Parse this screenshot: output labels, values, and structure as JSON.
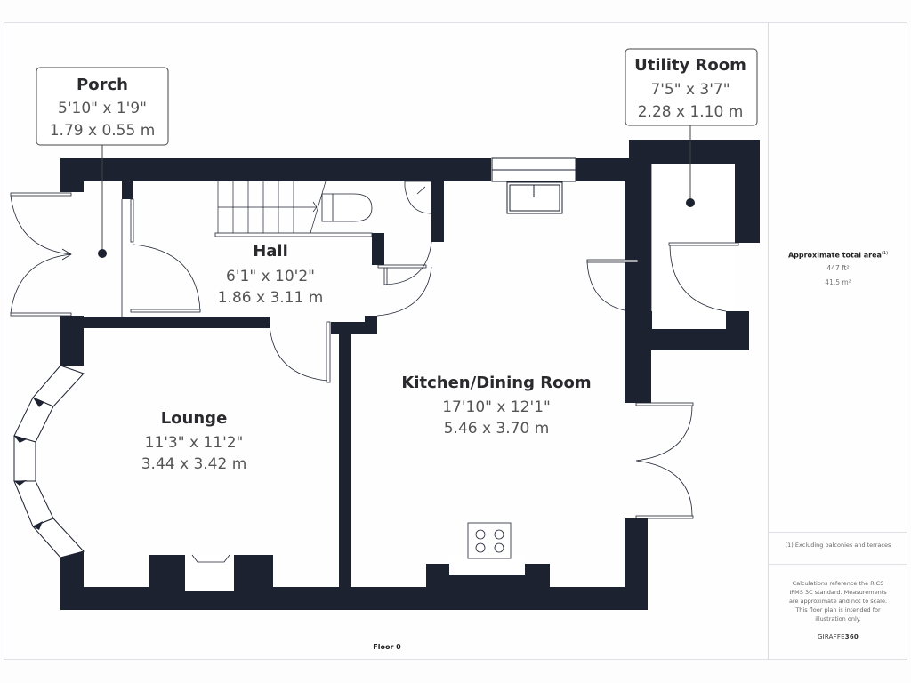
{
  "floor_label": "Floor 0",
  "colors": {
    "wall": "#1c2230",
    "text_dark": "#2a2a2e",
    "text_dim": "#555555",
    "frame_border": "#e2e0e6"
  },
  "rooms": {
    "porch": {
      "name": "Porch",
      "imperial": "5'10\" x 1'9\"",
      "metric": "1.79 x 0.55 m"
    },
    "utility": {
      "name": "Utility Room",
      "imperial": "7'5\" x 3'7\"",
      "metric": "2.28 x 1.10 m"
    },
    "hall": {
      "name": "Hall",
      "imperial": "6'1\" x 10'2\"",
      "metric": "1.86 x 3.11 m"
    },
    "lounge": {
      "name": "Lounge",
      "imperial": "11'3\" x 11'2\"",
      "metric": "3.44 x 3.42 m"
    },
    "kitchen": {
      "name": "Kitchen/Dining Room",
      "imperial": "17'10\" x 12'1\"",
      "metric": "5.46 x 3.70 m"
    }
  },
  "sidebar": {
    "area_title": "Approximate total area",
    "area_footnote_mark": "(1)",
    "area_ft": "447 ft²",
    "area_m": "41.5 m²",
    "footnote": "(1) Excluding balconies and terraces",
    "calc_note": "Calculations reference the RICS IPMS 3C standard. Measurements are approximate and not to scale. This floor plan is intended for illustration only.",
    "brand_a": "GIRAFFE",
    "brand_b": "360"
  }
}
